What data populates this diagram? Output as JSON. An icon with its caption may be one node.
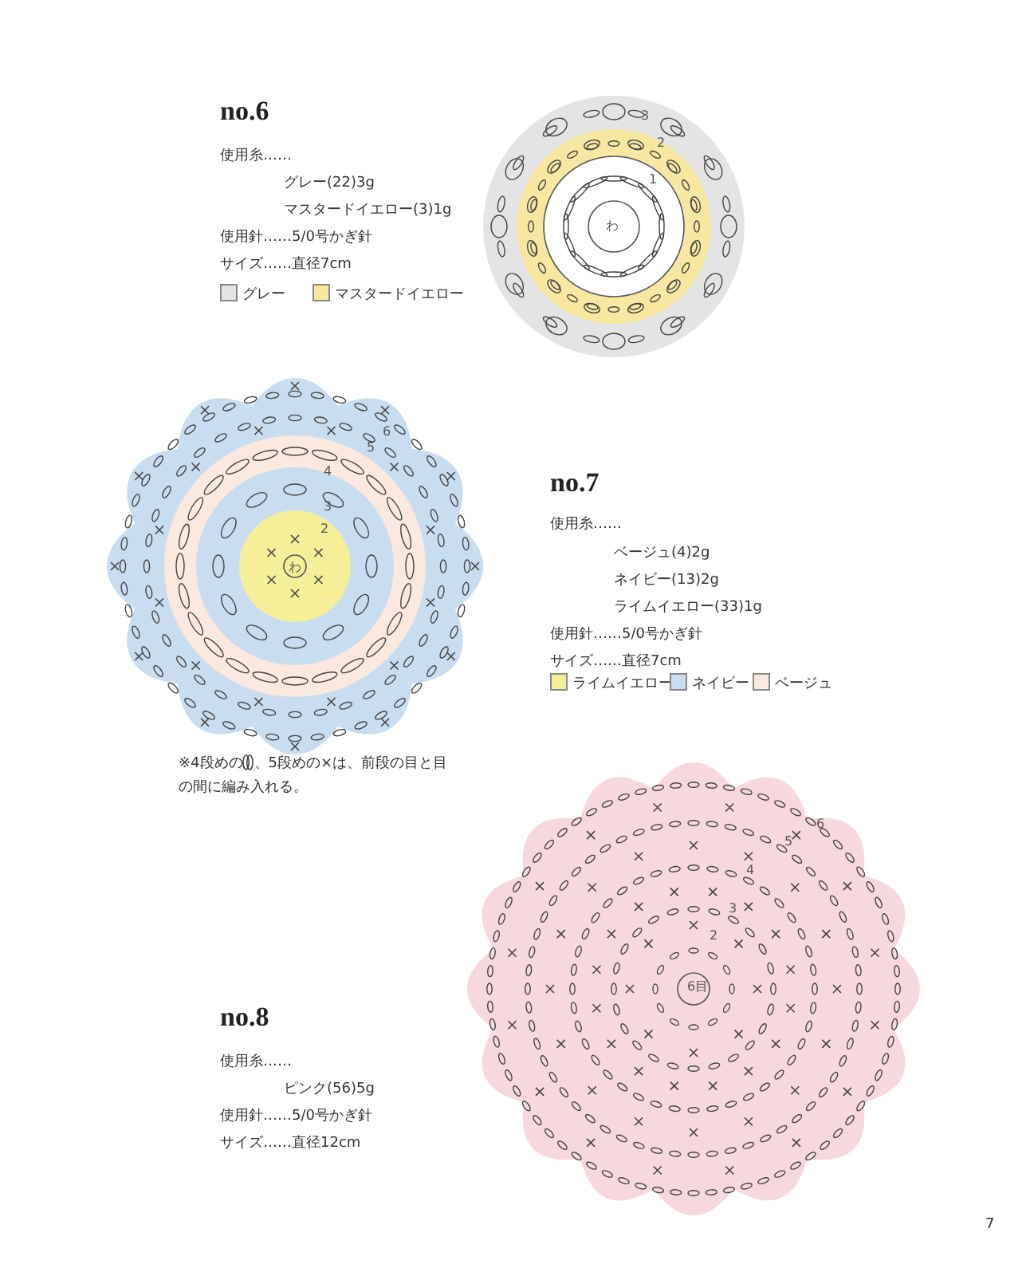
{
  "diagram": {
    "labels": [
      "no.6",
      "使用糸……",
      "グレー(22)3g",
      "マスタードイエロー(3)1g",
      "使用針……5/0号かぎ針",
      "サイズ……直径7cm",
      "3",
      "2",
      "1",
      "わ",
      "6",
      "5",
      "4",
      "3",
      "2",
      "わ",
      "no.7",
      "使用糸……",
      "ベージュ(4)2g",
      "ネイビー(13)2g",
      "ライムイエロー(33)1g",
      "使用針……5/0号かぎ針",
      "サイズ……直径7cm",
      "※4段めの",
      "、5段めの×は、前段の目と目の間に編み入れる。",
      "6",
      "5",
      "4",
      "3",
      "2",
      "6目",
      "no.8",
      "使用糸……",
      "ピンク(56)5g",
      "使用針……5/0号かぎ針",
      "サイズ……直径12cm",
      "7"
    ],
    "legend": [
      {
        "text": "グレー",
        "color": "#e4e4e4"
      },
      {
        "text": "マスタードイエロー",
        "color": "#f7e7a1"
      },
      {
        "text": "ライムイエロー",
        "color": "#f4ef98"
      },
      {
        "text": "ネイビー",
        "color": "#c8ddf0"
      },
      {
        "text": "ベージュ",
        "color": "#fbe8de"
      }
    ]
  }
}
